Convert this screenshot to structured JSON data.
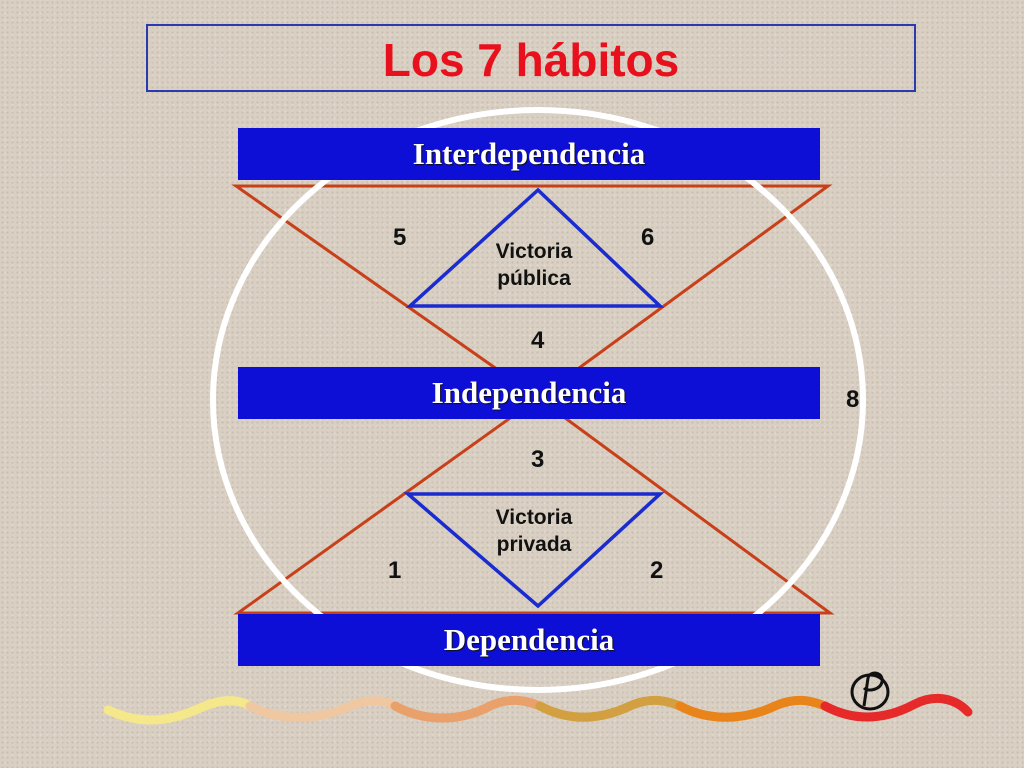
{
  "title": "Los 7 hábitos",
  "bands": {
    "interdependence": "Interdependencia",
    "independence": "Independencia",
    "dependence": "Dependencia"
  },
  "public_victory": {
    "line1": "Victoria",
    "line2": "pública"
  },
  "private_victory": {
    "line1": "Victoria",
    "line2": "privada"
  },
  "habits": {
    "h1": "1",
    "h2": "2",
    "h3": "3",
    "h4": "4",
    "h5": "5",
    "h6": "6",
    "h8": "8"
  },
  "colors": {
    "title": "#e8101c",
    "band": "#0e0fd6",
    "outer_triangles": "#c8401a",
    "inner_triangles": "#1a2bd0",
    "circle": "#ffffff"
  },
  "logo_icon": "stylized-p-logo-icon",
  "decoration": "wavy-multicolor-line"
}
